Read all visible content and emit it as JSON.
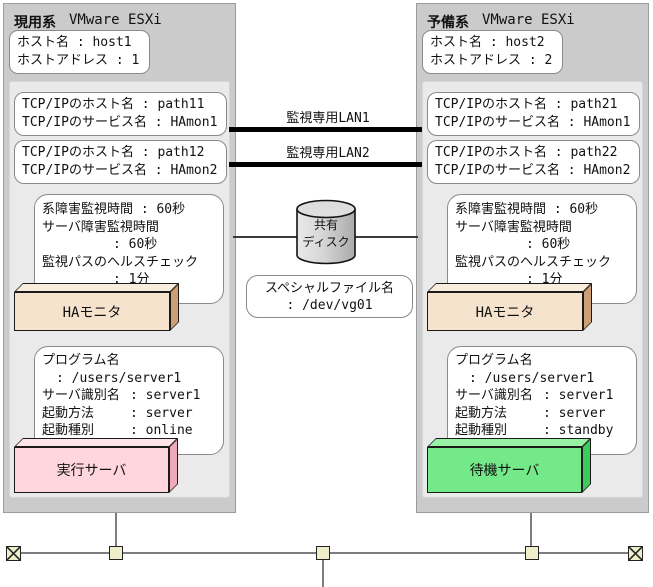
{
  "systems": {
    "left": {
      "title": "現用系",
      "platform": "VMware ESXi",
      "host_line1": "ホスト名 : host1",
      "host_line2": "ホストアドレス : 1",
      "tcp1_line1": "TCP/IPのホスト名 : path11",
      "tcp1_line2": "TCP/IPのサービス名 : HAmon1",
      "tcp2_line1": "TCP/IPのホスト名 : path12",
      "tcp2_line2": "TCP/IPのサービス名 : HAmon2",
      "monitor_line1": "系障害監視時間 : 60秒",
      "monitor_line2": "サーバ障害監視時間",
      "monitor_line3": ": 60秒",
      "monitor_line4": "監視パスのヘルスチェック",
      "monitor_line5": ": 1分",
      "ha_label": "HAモニタ",
      "prog_line1": "プログラム名",
      "prog_line2": ": /users/server1",
      "prog_row1_label": "サーバ識別名",
      "prog_row1_value": ": server1",
      "prog_row2_label": "起動方法",
      "prog_row2_value": ": server",
      "prog_row3_label": "起動種別",
      "prog_row3_value": ": online",
      "server_label": "実行サーバ"
    },
    "right": {
      "title": "予備系",
      "platform": "VMware ESXi",
      "host_line1": "ホスト名 : host2",
      "host_line2": "ホストアドレス : 2",
      "tcp1_line1": "TCP/IPのホスト名 : path21",
      "tcp1_line2": "TCP/IPのサービス名 : HAmon1",
      "tcp2_line1": "TCP/IPのホスト名 : path22",
      "tcp2_line2": "TCP/IPのサービス名 : HAmon2",
      "monitor_line1": "系障害監視時間 : 60秒",
      "monitor_line2": "サーバ障害監視時間",
      "monitor_line3": ": 60秒",
      "monitor_line4": "監視パスのヘルスチェック",
      "monitor_line5": ": 1分",
      "ha_label": "HAモニタ",
      "prog_line1": "プログラム名",
      "prog_line2": ": /users/server1",
      "prog_row1_label": "サーバ識別名",
      "prog_row1_value": ": server1",
      "prog_row2_label": "起動方法",
      "prog_row2_value": ": server",
      "prog_row3_label": "起動種別",
      "prog_row3_value": ": standby",
      "server_label": "待機サーバ"
    }
  },
  "middle": {
    "lan1_label": "監視専用LAN1",
    "lan2_label": "監視専用LAN2",
    "disk_line1": "共有",
    "disk_line2": "ディスク",
    "file_line1": "スペシャルファイル名",
    "file_line2": ": /dev/vg01"
  },
  "colors": {
    "ha_front": "#f6e3cd",
    "ha_top": "#f9eddd",
    "ha_side": "#cf9f74",
    "exec_front": "#ffd6dc",
    "exec_top": "#ffe5e9",
    "exec_side": "#f0a9b6",
    "stby_front": "#74e989",
    "stby_top": "#97f2a6",
    "stby_side": "#3ecb5e",
    "connector": "#eeeecb"
  }
}
